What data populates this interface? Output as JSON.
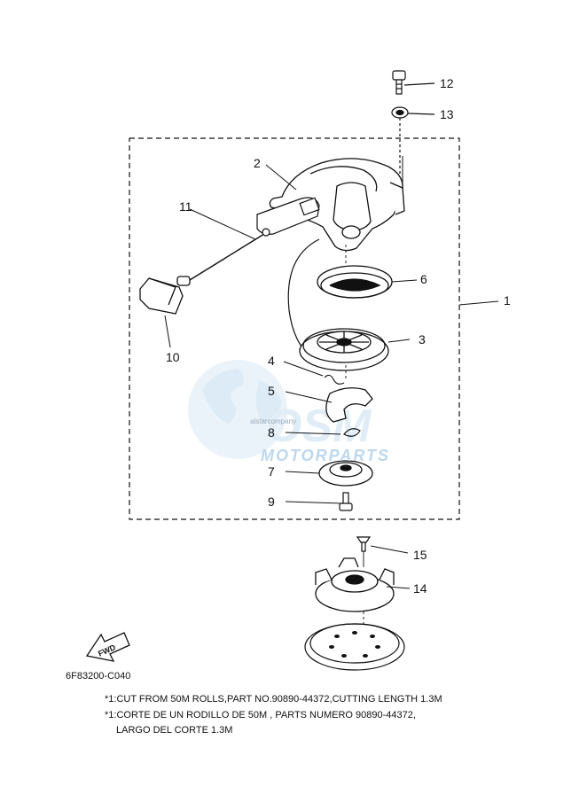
{
  "diagram": {
    "callouts": [
      "1",
      "2",
      "3",
      "4",
      "5",
      "6",
      "7",
      "8",
      "9",
      "10",
      "11",
      "12",
      "13",
      "14",
      "15"
    ],
    "fwd_label": "FWD",
    "code": "6F83200-C040",
    "notes": [
      "*1:CUT FROM 50M ROLLS,PART NO.90890-44372,CUTTING LENGTH 1.3M",
      "*1:CORTE DE UN RODILLO DE 50M ,  PARTS NUMERO 90890-44372,",
      "LARGO DEL CORTE 1.3M"
    ]
  },
  "watermark": {
    "logo_text": "MOTORPARTS",
    "small_text": "alstarcompany"
  },
  "colors": {
    "line": "#111111",
    "watermark": "#bcd8ee"
  }
}
